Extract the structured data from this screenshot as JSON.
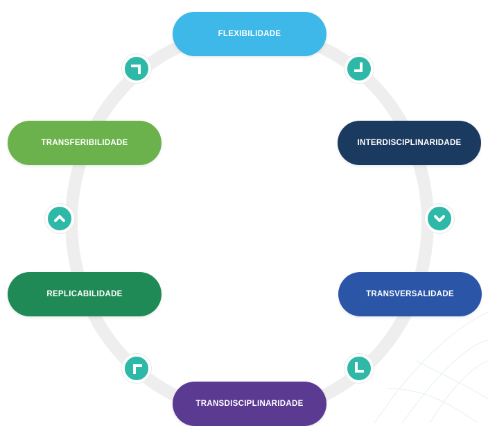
{
  "diagram": {
    "colors": {
      "ring": "#eeeeee",
      "icon": "#2eb8a7",
      "watermark": "#eaf1f4"
    },
    "nodes": [
      {
        "label": "FLEXIBILIDADE",
        "color": "#3db8e8"
      },
      {
        "label": "INTERDISCIPLINARIDADE",
        "color": "#1b3a5f"
      },
      {
        "label": "TRANSVERSALIDADE",
        "color": "#2b56a8"
      },
      {
        "label": "TRANSDISCIPLINARIDADE",
        "color": "#5b3a92"
      },
      {
        "label": "REPLICABILIDADE",
        "color": "#1f8a55"
      },
      {
        "label": "TRANSFERIBILIDADE",
        "color": "#6bb24c"
      }
    ],
    "connectors": [
      {
        "icon": "arrow-turn-down-icon"
      },
      {
        "icon": "chevron-down-icon"
      },
      {
        "icon": "arrow-turn-left-icon"
      },
      {
        "icon": "arrow-turn-up-icon"
      },
      {
        "icon": "chevron-up-icon"
      },
      {
        "icon": "arrow-turn-right-icon"
      }
    ]
  }
}
